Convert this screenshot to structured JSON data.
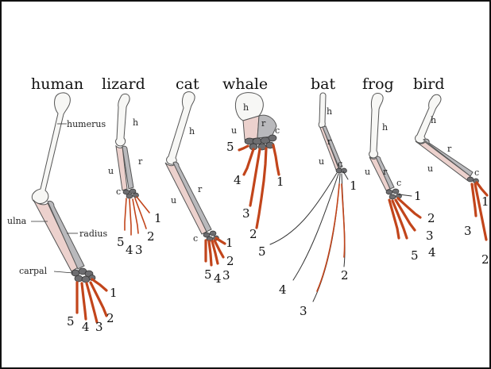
{
  "animals": [
    {
      "name": "human",
      "labels": [
        "humerus",
        "ulna",
        "radius",
        "carpal"
      ],
      "digits": [
        "1",
        "2",
        "3",
        "4",
        "5"
      ]
    },
    {
      "name": "lizard",
      "labels": [
        "h",
        "r",
        "u",
        "c"
      ],
      "digits": [
        "1",
        "2",
        "3",
        "4",
        "5"
      ]
    },
    {
      "name": "cat",
      "labels": [
        "h",
        "r",
        "u",
        "c"
      ],
      "digits": [
        "1",
        "2",
        "3",
        "4",
        "5"
      ]
    },
    {
      "name": "whale",
      "labels": [
        "h",
        "r",
        "c",
        "u"
      ],
      "digits": [
        "1",
        "2",
        "3",
        "4",
        "5"
      ]
    },
    {
      "name": "bat",
      "labels": [
        "h",
        "r",
        "u",
        "c"
      ],
      "digits": [
        "1",
        "2",
        "3",
        "4",
        "5"
      ]
    },
    {
      "name": "frog",
      "labels": [
        "h",
        "r",
        "u",
        "c"
      ],
      "digits": [
        "1",
        "2",
        "3",
        "4",
        "5"
      ]
    },
    {
      "name": "bird",
      "labels": [
        "h",
        "r",
        "u",
        "c"
      ],
      "digits": [
        "1",
        "2",
        "3"
      ]
    }
  ],
  "colors": {
    "humerus": "#f7f7f5",
    "ulna": "#ecd1cd",
    "radius": "#b9b9bc",
    "carpals": "#6d6d70",
    "digits": "#c2451b"
  }
}
